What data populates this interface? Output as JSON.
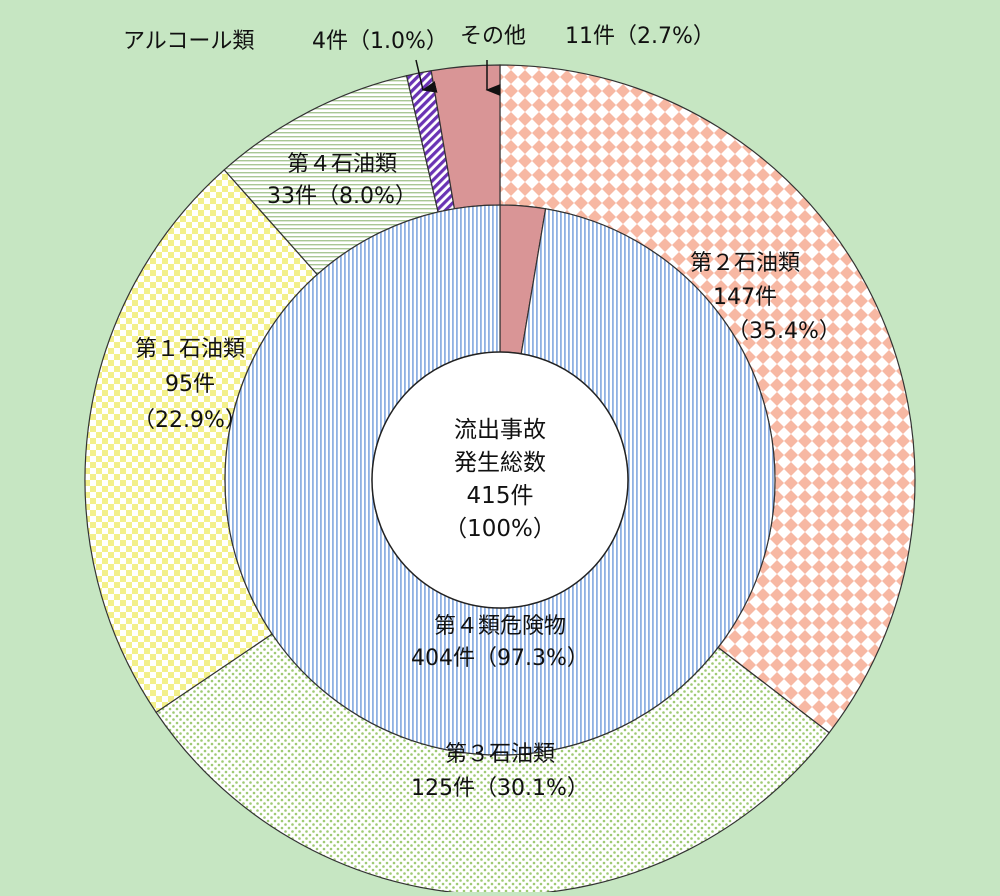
{
  "chart_data": {
    "type": "pie",
    "subtype": "double-donut",
    "center": {
      "title_line1": "流出事故",
      "title_line2": "発生総数",
      "count": "415件",
      "percent": "（100%）"
    },
    "inner_ring": [
      {
        "label": "第４類危険物",
        "value": 404,
        "text": "404件（97.3%）",
        "pattern": "blue-vertical-stripes"
      },
      {
        "label": "その他",
        "value": 11,
        "text": "11件（2.7%）",
        "pattern": "solid-rose"
      }
    ],
    "outer_ring": [
      {
        "label": "第２石油類",
        "value": 147,
        "count_text": "147件",
        "pct_text": "（35.4%）",
        "pattern": "orange-diamonds"
      },
      {
        "label": "第３石油類",
        "value": 125,
        "count_text": "125件（30.1%）",
        "pct_text": "",
        "pattern": "green-dots"
      },
      {
        "label": "第１石油類",
        "value": 95,
        "count_text": "95件",
        "pct_text": "（22.9%）",
        "pattern": "yellow-checker"
      },
      {
        "label": "第４石油類",
        "value": 33,
        "count_text": "33件（8.0%）",
        "pct_text": "",
        "pattern": "green-horizontal-lines"
      },
      {
        "label": "アルコール類",
        "value": 4,
        "count_text": "4件（1.0%）",
        "pct_text": "",
        "pattern": "purple-diagonal"
      },
      {
        "label": "その他",
        "value": 11,
        "count_text": "11件（2.7%）",
        "pct_text": "",
        "pattern": "solid-rose"
      }
    ],
    "colors": {
      "background": "#c6e6c2",
      "blue_stripes": "#8fb1e3",
      "orange": "#f7b8a3",
      "green_dots": "#9fca74",
      "yellow": "#f3f08a",
      "green_lines": "#a9c795",
      "purple": "#6a33b4",
      "rose": "#d99596"
    }
  }
}
